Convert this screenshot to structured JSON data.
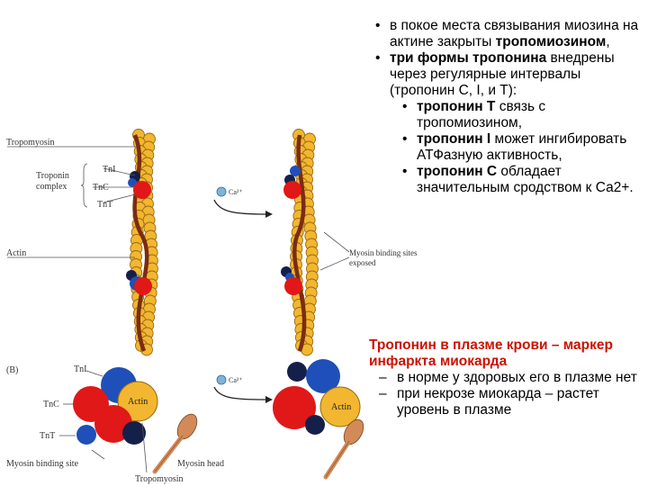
{
  "panel_a_labels": {
    "tropomyosin": "Tropomyosin",
    "tni": "TnI",
    "troponin_complex": "Troponin complex",
    "tnc": "TnC",
    "tnt": "TnT",
    "actin": "Actin",
    "ca": "Ca²⁺",
    "myosin_sites_exposed": "Myosin binding sites exposed"
  },
  "panel_b_labels": {
    "panel": "(B)",
    "tni": "TnI",
    "tnc": "TnC",
    "tnt": "TnT",
    "actin": "Actin",
    "ca": "Ca²⁺",
    "myosin_binding_site": "Myosin binding site",
    "myosin_head": "Myosin head",
    "tropomyosin": "Tropomyosin"
  },
  "bullets": {
    "b1_text1": "в покое места связывания миозина на актине закрыты ",
    "b1_bold": "тропомиозином",
    "b1_text2": ",",
    "b2_bold": "три формы тропонина",
    "b2_text": " внедрены через регулярные интервалы (тропонин С, I, и Т):",
    "s1_bold": "тропонин Т",
    "s1_text": " связь с тропомиозином,",
    "s2_bold": "тропонин I",
    "s2_text": " может ингибировать АТФазную активность,",
    "s3_bold": "тропонин С",
    "s3_text": " обладает значительным сродством к Са2+."
  },
  "marker": {
    "title": "Тропонин в плазме крови – маркер инфаркта миокарда",
    "item1": "в норме у здоровых его в плазме нет",
    "item2": "при некрозе миокарда – растет уровень в плазме"
  },
  "colors": {
    "actin_fill": "#f2b630",
    "actin_stroke": "#9a6a10",
    "tropomyosin": "#7a2c12",
    "tnc_red": "#e01818",
    "tni_blue": "#1f4fb8",
    "tnt_navy": "#15204a",
    "myosin_head": "#d28a58",
    "text_red": "#cc1100"
  }
}
